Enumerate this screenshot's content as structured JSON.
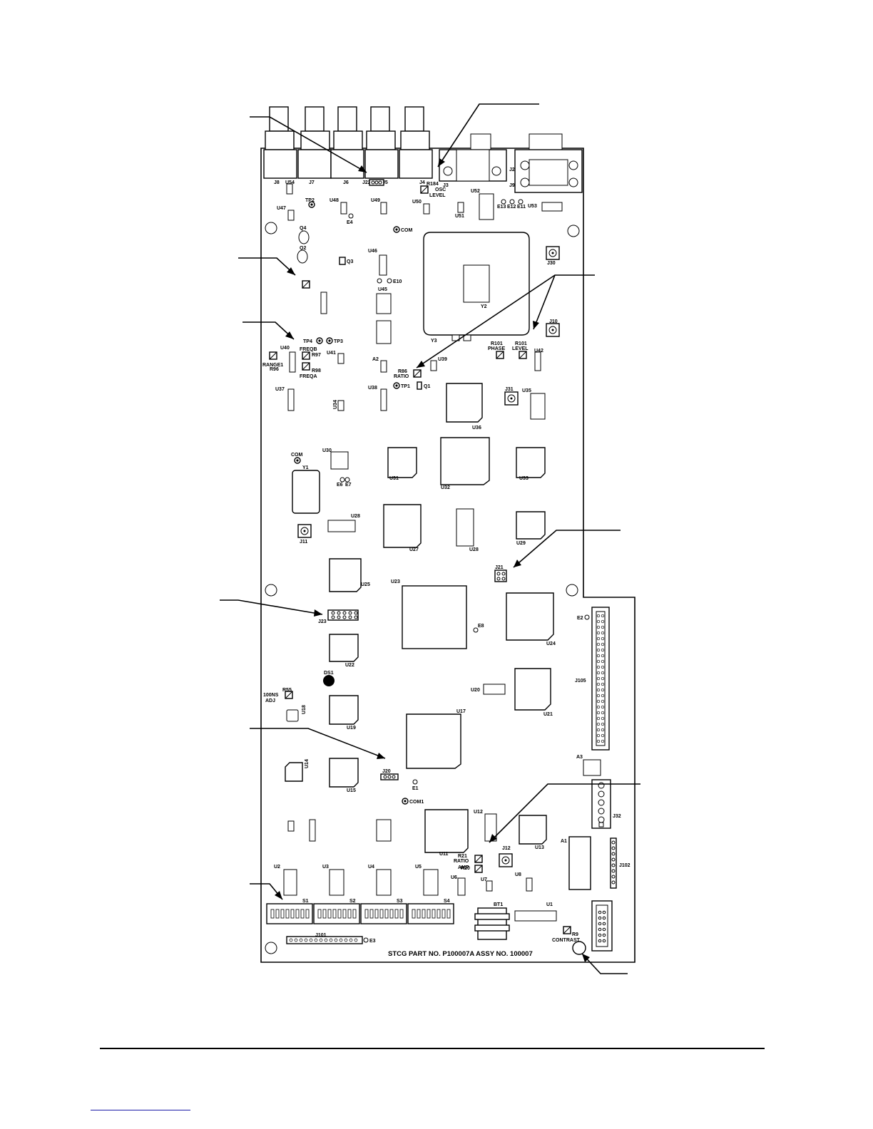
{
  "board": {
    "footer_text": "STCG PART NO. P100007A ASSY NO. 100007"
  },
  "connectors": [
    "J8",
    "J7",
    "J6",
    "J5",
    "J4",
    "J22",
    "J3",
    "J2",
    "J9",
    "J30",
    "J10",
    "J31",
    "J11",
    "J21",
    "J23",
    "J20",
    "J12",
    "J105",
    "J32",
    "J102",
    "J101"
  ],
  "chips": [
    "U54",
    "U47",
    "U48",
    "U49",
    "U50",
    "U51",
    "U52",
    "U53",
    "U46",
    "U45",
    "U40",
    "U41",
    "U39",
    "U42",
    "U37",
    "U34",
    "U38",
    "U35",
    "U36",
    "U30",
    "U31",
    "U32",
    "U33",
    "U28",
    "U27",
    "U29",
    "U25",
    "U23",
    "U24",
    "U22",
    "U20",
    "U21",
    "U18",
    "U19",
    "U17",
    "U14",
    "U15",
    "U12",
    "U11",
    "U13",
    "U2",
    "U3",
    "U4",
    "U5",
    "U6",
    "U7",
    "U8",
    "U1"
  ],
  "test_points": [
    "TP2",
    "COM",
    "TP4",
    "TP3",
    "TP1",
    "COM",
    "COM1"
  ],
  "jumper_pads": [
    "E4",
    "E10",
    "E13",
    "E12",
    "E11",
    "E6",
    "E7",
    "E8",
    "E2",
    "E1",
    "E3"
  ],
  "transistors": [
    "Q4",
    "Q2",
    "Q3",
    "Q1"
  ],
  "crystals": [
    "Y2",
    "Y3",
    "Y1"
  ],
  "switches": [
    "S1",
    "S2",
    "S3",
    "S4"
  ],
  "adjustments": [
    {
      "ref": "R184",
      "name": "OSC",
      "name2": "LEVEL"
    },
    {
      "ref": "R97",
      "name": "FREQB"
    },
    {
      "ref": "R98",
      "name": "FREQA"
    },
    {
      "ref": "R96",
      "name": "RANGE1"
    },
    {
      "ref": "R86",
      "name": "RATIO"
    },
    {
      "ref": "R101",
      "name": "PHASE"
    },
    {
      "ref": "R101",
      "name": "LEVEL"
    },
    {
      "ref": "R55",
      "name": "100NS",
      "name2": "ADJ"
    },
    {
      "ref": "R21",
      "name": "RATIO"
    },
    {
      "ref": "R20",
      "name": "AMP"
    },
    {
      "ref": "R9",
      "name": "CONTRAST"
    }
  ],
  "misc": [
    "A2",
    "A3",
    "A1",
    "DS1",
    "BT1"
  ]
}
